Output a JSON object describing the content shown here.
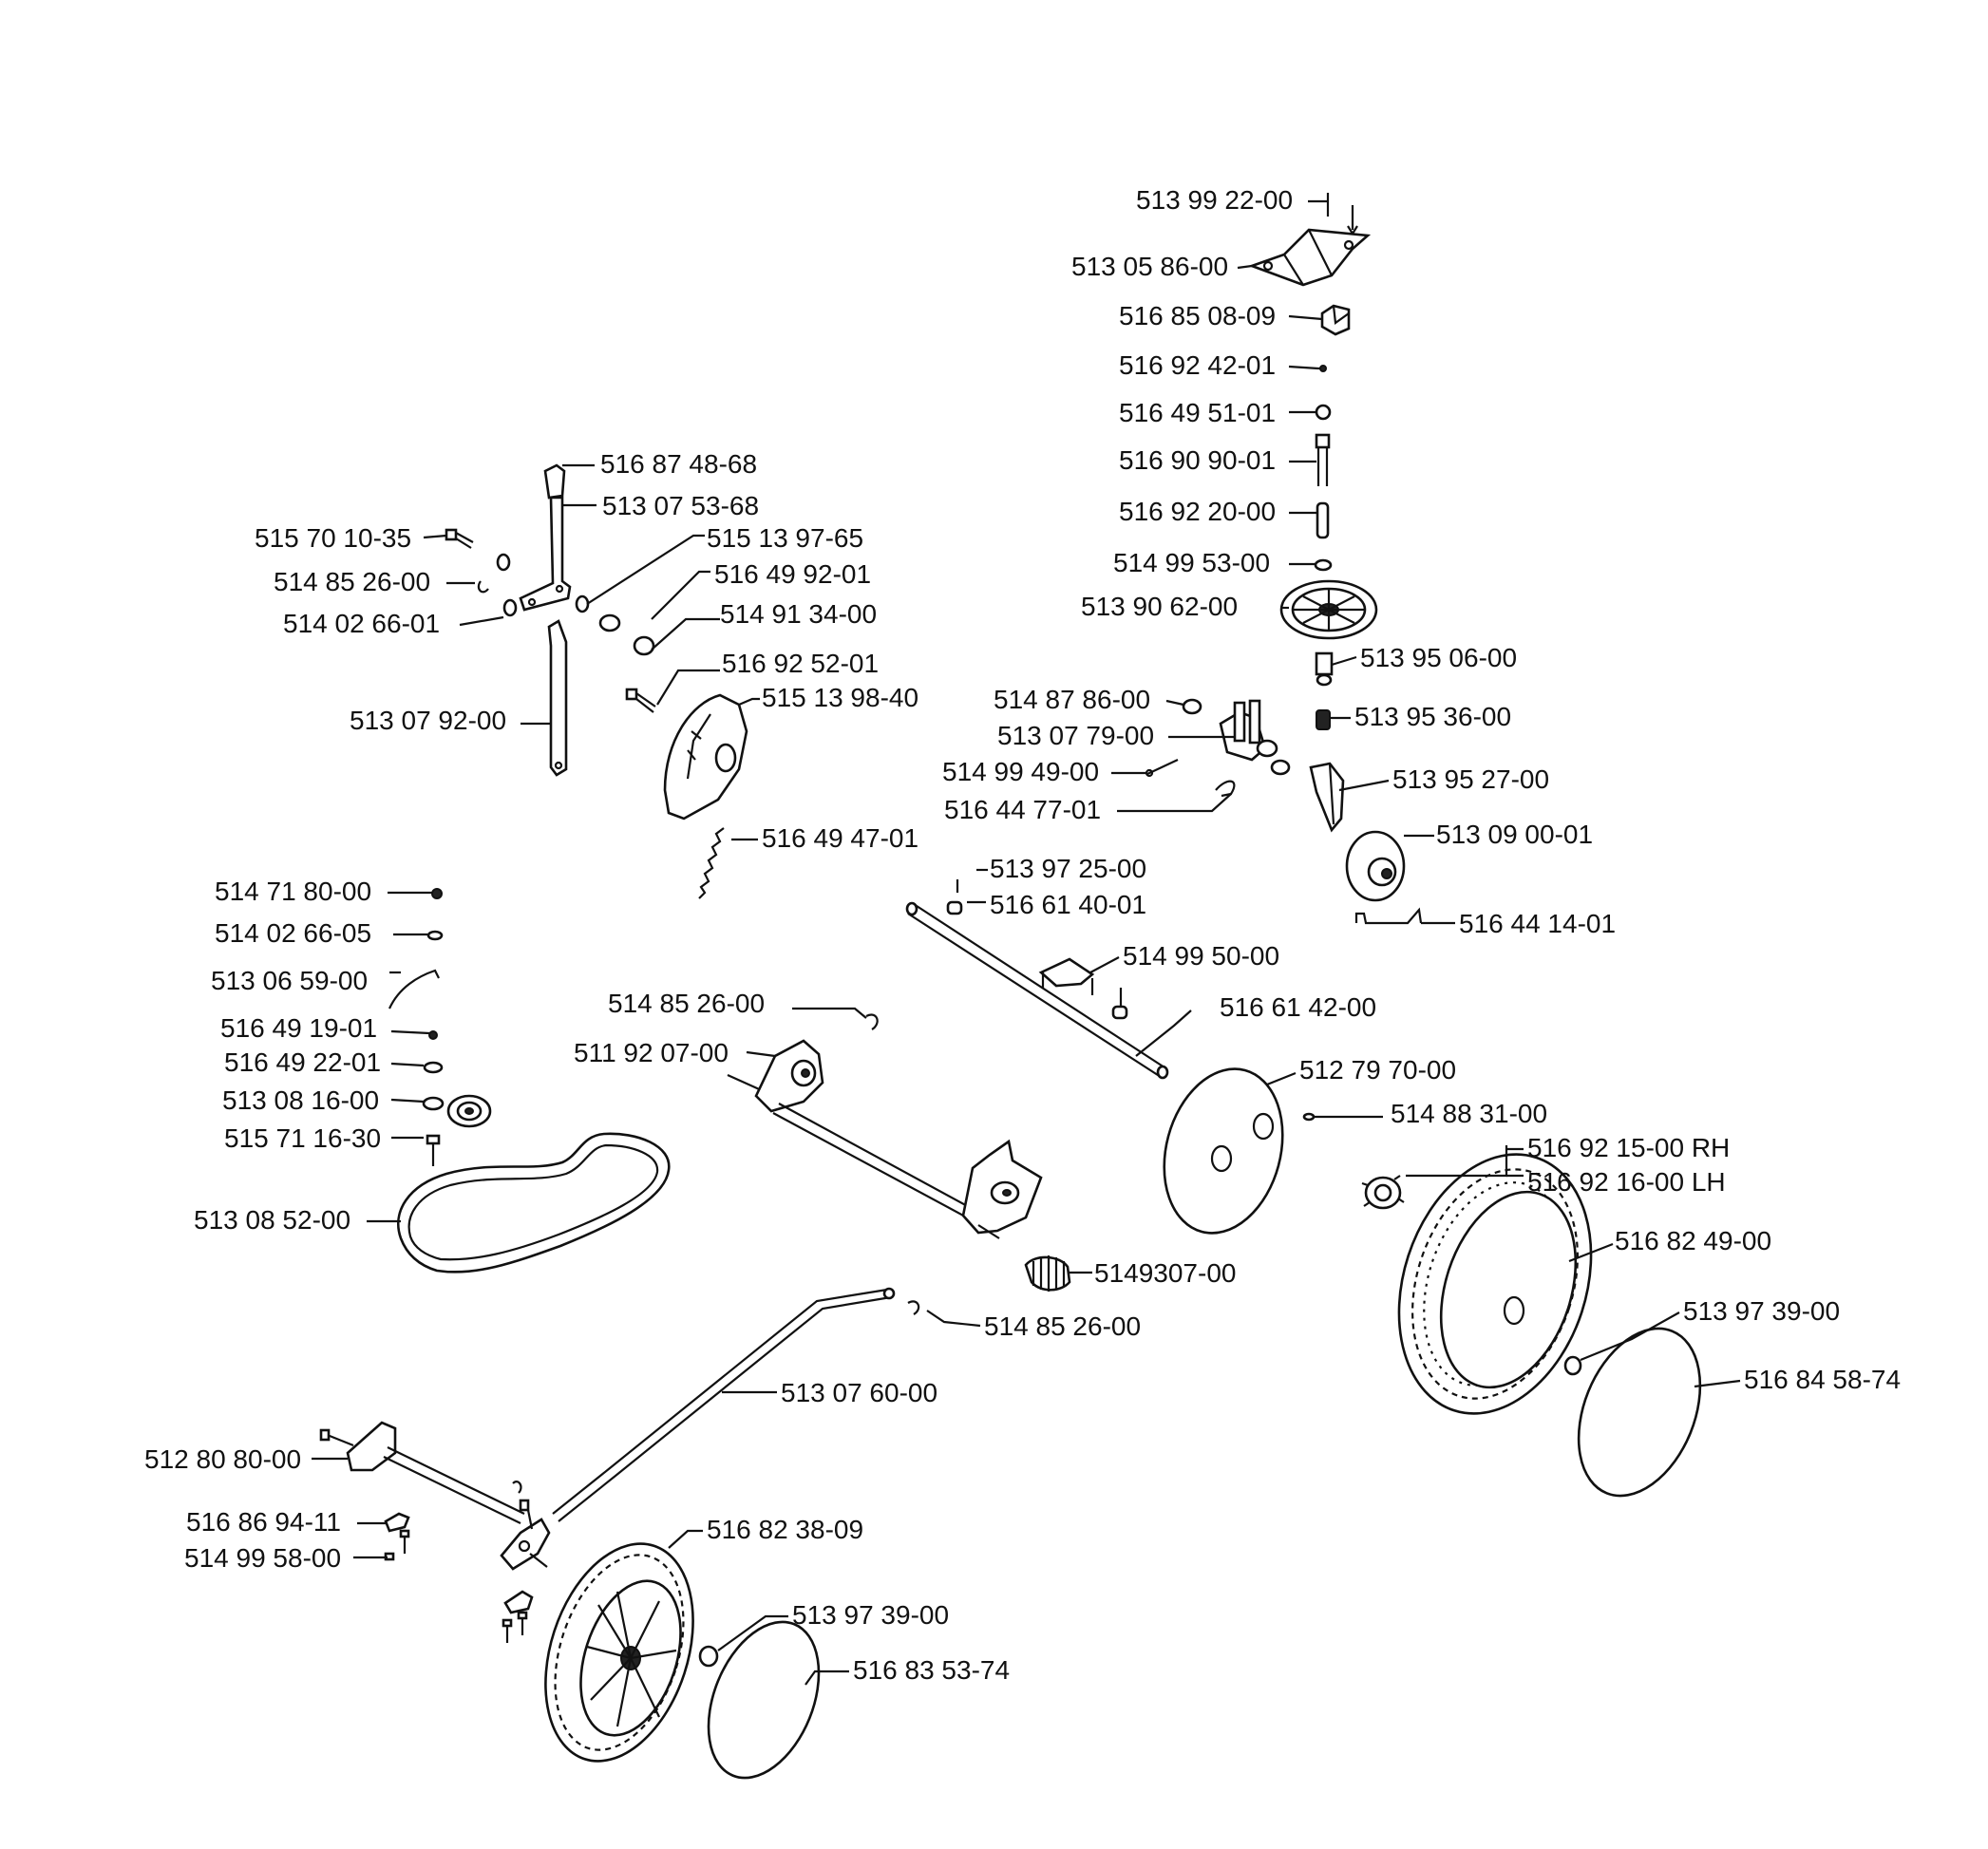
{
  "diagram": {
    "labels": {
      "l01": "513 99 22-00",
      "l02": "513 05 86-00",
      "l03": "516 85 08-09",
      "l04": "516 92 42-01",
      "l05": "516 49 51-01",
      "l06": "516 90 90-01",
      "l07": "516 92 20-00",
      "l08": "514 99 53-00",
      "l09": "513 90 62-00",
      "l10": "513 95 06-00",
      "l11": "513 95 36-00",
      "l12": "513 95 27-00",
      "l13": "513 09 00-01",
      "l14": "516 44 14-01",
      "l15": "514 87 86-00",
      "l16": "513 07 79-00",
      "l17": "514 99 49-00",
      "l18": "516 44 77-01",
      "l19": "516 87 48-68",
      "l20": "513 07 53-68",
      "l21": "515 70 10-35",
      "l22": "515 13 97-65",
      "l23": "514 85 26-00",
      "l24": "516 49 92-01",
      "l25": "514 02 66-01",
      "l26": "514 91 34-00",
      "l27": "516 92 52-01",
      "l28": "515 13 98-40",
      "l29": "513 07 92-00",
      "l30": "516 49 47-01",
      "l31": "513 97 25-00",
      "l32": "516 61 40-01",
      "l33": "514 71 80-00",
      "l34": "514 02 66-05",
      "l35": "513 06 59-00",
      "l36": "516 49 19-01",
      "l37": "516 49 22-01",
      "l38": "513 08 16-00",
      "l39": "515 71 16-30",
      "l40": "513 08 52-00",
      "l41": "514 85 26-00",
      "l42": "511 92 07-00",
      "l43": "514 99 50-00",
      "l44": "516 61 42-00",
      "l45": "512 79 70-00",
      "l46": "514 88 31-00",
      "l47": "516 92 15-00 RH",
      "l48": "516 92 16-00 LH",
      "l49": "516 82 49-00",
      "l50": "5149307-00",
      "l51": "514 85 26-00",
      "l52": "513 97 39-00",
      "l53": "516 84 58-74",
      "l54": "513 07 60-00",
      "l55": "512 80 80-00",
      "l56": "516 86 94-11",
      "l57": "514 99 58-00",
      "l58": "516 82 38-09",
      "l59": "513 97 39-00",
      "l60": "516 83 53-74"
    }
  }
}
